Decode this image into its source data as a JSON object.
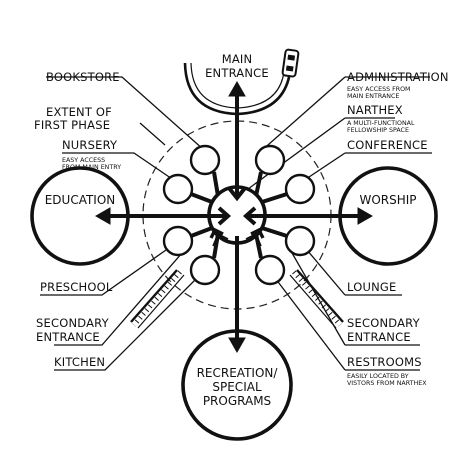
{
  "diagram": {
    "top": {
      "line1": "MAIN",
      "line2": "ENTRANCE"
    },
    "left_labels": {
      "bookstore": "BOOKSTORE",
      "extent_line1": "EXTENT OF",
      "extent_line2": "FIRST PHASE",
      "nursery": "NURSERY",
      "nursery_sub1": "EASY ACCESS",
      "nursery_sub2": "FROM MAIN ENTRY",
      "preschool": "PRESCHOOL",
      "secondary1": "SECONDARY",
      "secondary2": "ENTRANCE",
      "kitchen": "KITCHEN"
    },
    "right_labels": {
      "administration": "ADMINISTRATION",
      "admin_sub1": "EASY ACCESS FROM",
      "admin_sub2": "MAIN ENTRANCE",
      "narthex": "NARTHEX",
      "narthex_sub1": "A MULTI-FUNCTIONAL",
      "narthex_sub2": "FELLOWSHIP SPACE",
      "conference": "CONFERENCE",
      "lounge": "LOUNGE",
      "secondary1": "SECONDARY",
      "secondary2": "ENTRANCE",
      "restrooms": "RESTROOMS",
      "rest_sub1": "EASILY LOCATED BY",
      "rest_sub2": "VISTORS FROM NARTHEX"
    },
    "circles": {
      "education": "EDUCATION",
      "worship": "WORSHIP",
      "rec1": "RECREATION/",
      "rec2": "SPECIAL",
      "rec3": "PROGRAMS"
    }
  }
}
